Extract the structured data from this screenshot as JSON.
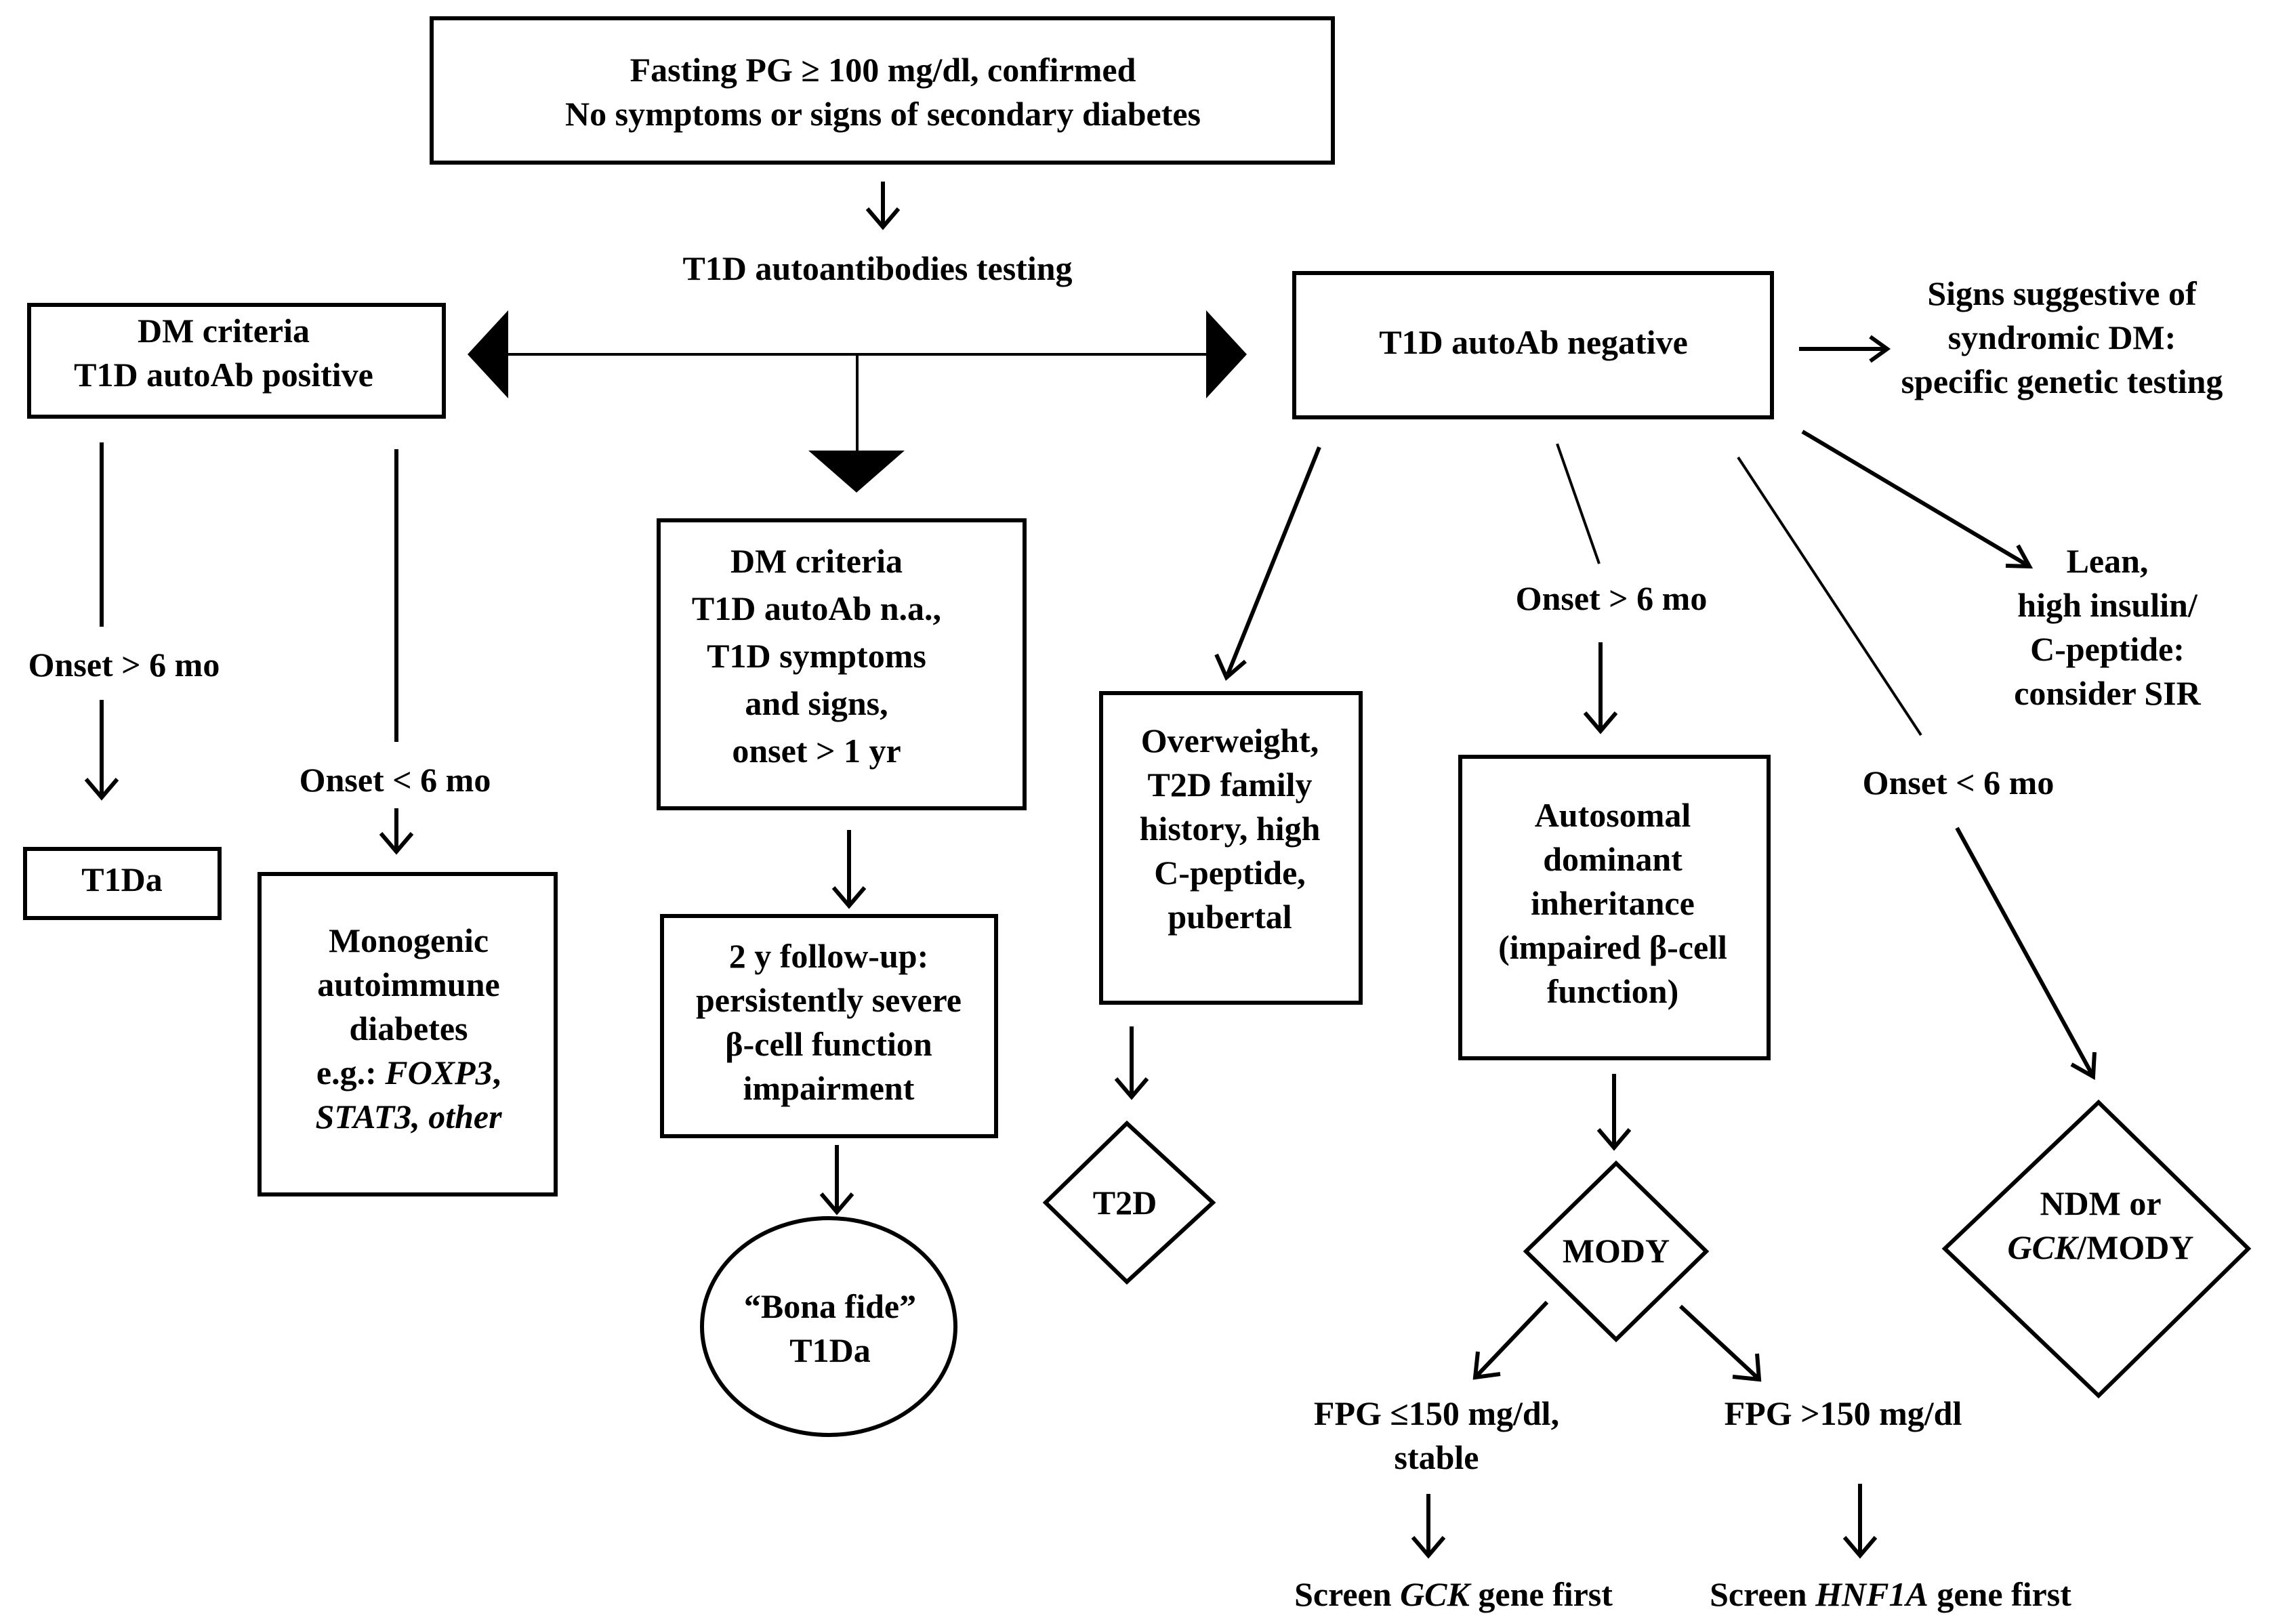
{
  "nodes": {
    "start": {
      "line1": "Fasting PG ≥ 100 mg/dl, confirmed",
      "line2": "No symptoms or signs of secondary diabetes"
    },
    "testing": "T1D autoantibodies testing",
    "positive": {
      "line1": "DM criteria",
      "line2": "T1D autoAb positive"
    },
    "negative": "T1D autoAb negative",
    "syndromic": {
      "line1": "Signs suggestive of",
      "line2": "syndromic DM:",
      "line3": "specific genetic testing"
    },
    "onset_gt6_left": "Onset > 6 mo",
    "onset_lt6_left": "Onset < 6 mo",
    "t1da": "T1Da",
    "monogenic": {
      "line1": "Monogenic",
      "line2": "autoimmune",
      "line3": "diabetes",
      "line4_prefix": "e.g.: ",
      "foxp3": "FOXP3",
      "line4_sep": ",",
      "stat3": "STAT3",
      "line5_rest": ", other"
    },
    "na_box": {
      "line1": "DM criteria",
      "line2": "T1D autoAb n.a.,",
      "line3": "T1D symptoms",
      "line4": "and signs,",
      "line5": "onset > 1 yr"
    },
    "followup": {
      "line1": "2 y follow-up:",
      "line2": "persistently severe",
      "line3": "β-cell function",
      "line4": "impairment"
    },
    "bona_fide": {
      "line1": "“Bona fide”",
      "line2": "T1Da"
    },
    "overweight": {
      "line1": "Overweight,",
      "line2": "T2D family",
      "line3": "history, high",
      "line4": "C-peptide,",
      "line5": "pubertal"
    },
    "t2d": "T2D",
    "onset_gt6_right": "Onset > 6 mo",
    "autosomal": {
      "line1": "Autosomal",
      "line2": "dominant",
      "line3": "inheritance",
      "line4": "(impaired β-cell",
      "line5": "function)"
    },
    "mody": "MODY",
    "lean": {
      "line1": "Lean,",
      "line2": "high insulin/",
      "line3": "C-peptide:",
      "line4": "consider SIR"
    },
    "onset_lt6_right": "Onset < 6 mo",
    "ndm": {
      "line1": "NDM or",
      "gck": "GCK",
      "line2_rest": "/MODY"
    },
    "fpg_low": {
      "line1": "FPG ≤150 mg/dl,",
      "line2": "stable"
    },
    "fpg_high": "FPG >150 mg/dl",
    "screen_gck": {
      "prefix": "Screen ",
      "gene": "GCK",
      "suffix": " gene first"
    },
    "screen_hnf1a": {
      "prefix": "Screen ",
      "gene": "HNF1A",
      "suffix": " gene first"
    }
  }
}
